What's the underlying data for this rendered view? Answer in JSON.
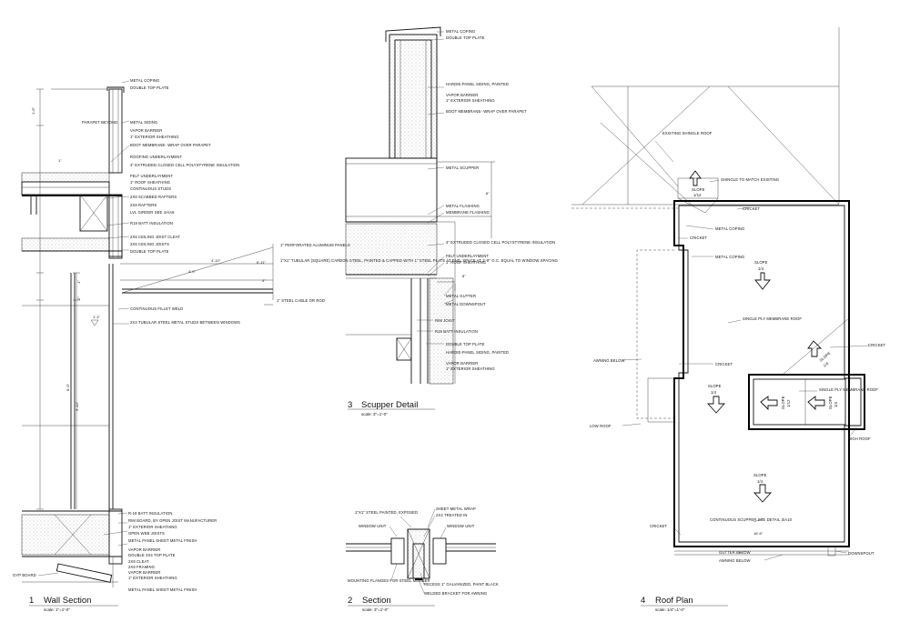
{
  "details": [
    {
      "number": "1",
      "title": "Wall Section",
      "scale": "scale: 1\"=1'-0\"",
      "notes": [
        "METAL COPING",
        "DOUBLE TOP PLATE",
        "METAL SIDING",
        "VAPOR BARRIER",
        "1\" EXTERIOR SHEATHING",
        "BOOT MEMBRANE- WRAP OVER PARAPET",
        "ROOFING UNDERLAYMENT",
        "4\" EXTRUDED CLOSED CELL POLYSTYRENE INSULATION",
        "FELT UNDERLAYMENT",
        "1\" ROOF SHEATHING",
        "CONTINUOUS STUDS",
        "2X8 SCABBED RAFTERS",
        "2X8 RAFTERS",
        "LVL GIRDER SEE 4A/A6",
        "R19 BATT INSULATION",
        "2X6 CEILING JOIST CLEAT",
        "2X6 CEILING JOISTS",
        "DOUBLE TOP PLATE",
        "1\" PERFORATED ALUMINUM PANELS",
        "1\"X1\" TUBULAR (SQUARE) CARBON STEEL, PAINTED & CAPPED WITH 1\" STEEL PLATE AT END. SPACE AT 2'-8\" O.C. EQUAL TO WINDOW SPACING",
        "1\" STEEL CABLE OR ROD",
        "CONTINUOUS FILLET WELD",
        "2X4 TUBULAR STEEL METAL STUDS BETWEEN WINDOWS",
        "R-19 BATT INSULATION",
        "RIM BOARD, BY OPEN JOIST MANUFACTURER",
        "1\" EXTERIOR SHEATHING",
        "OPEN WEB JOISTS",
        "METAL PANEL SHEET METAL FINISH",
        "VAPOR BARRIER",
        "DOUBLE 2X4 TOP PLATE",
        "2X8 CLEAT",
        "2X8 FRAMING",
        "VAPOR BARRIER",
        "1\" EXTERIOR SHEATHING",
        "METAL PANEL SHEET METAL FINISH",
        "PARAPET BEYOND",
        "GYP BOARD"
      ],
      "dims": [
        "1'-6\"",
        "1\"",
        "4'-0\"",
        "4'-10\"",
        "4\"",
        "2\"",
        "1\"",
        "8'-0\"",
        "9'-10\"",
        "6'-11\"",
        "1'-1\""
      ]
    },
    {
      "number": "3",
      "title": "Scupper Detail",
      "scale": "scale: 3\"=1'-0\"",
      "notes": [
        "METAL COPING",
        "DOUBLE TOP PLATE",
        "HARDIE-PANEL SIDING, PAINTED",
        "VAPOR BARRIER",
        "1\" EXTERIOR SHEATHING",
        "BOOT MEMBRANE- WRAP OVER PARAPET",
        "METAL SCUPPER",
        "METAL FLASHING",
        "MEMBRANE FLASHING",
        "4\" EXTRUDED CLOSED CELL POLYSTYRENE INSULATION",
        "FELT UNDERLAYMENT",
        "1\" ROOF SHEATHING",
        "METAL GUTTER",
        "METAL DOWNSPOUT",
        "RIM JOIST",
        "R19 BATT INSULATION",
        "DOUBLE TOP PLATE",
        "HARDIE-PANEL SIDING, PAINTED",
        "VAPOR BARRIER",
        "1\" EXTERIOR SHEATHING"
      ],
      "dims": [
        "6\"",
        "8\""
      ]
    },
    {
      "number": "2",
      "title": "Section",
      "scale": "scale: 3\"=1'-0\"",
      "notes": [
        "1\"X1\" STEEL PAINTED, EXPOSED",
        "WINDOW UNIT",
        "SHEET METAL WRAP",
        "2X4 TREATED IN",
        "WINDOW UNIT",
        "MOUNTING FLANGES FOR STEEL MEMBER",
        "RECESS 1\" GALVANIZED, PAINT BLACK",
        "WELDED BRACKET FOR AWNING"
      ]
    },
    {
      "number": "4",
      "title": "Roof Plan",
      "scale": "scale: 1/4\"=1'-0\"",
      "notes": [
        "EXISTING SHINGLE ROOF",
        "SHINGLE TO MATCH EXISTING",
        "CRICKET",
        "METAL COPING",
        "CRICKET",
        "METAL COPING",
        "SINGLE PLY MEMBRANE ROOF",
        "CRICKET",
        "AWNING BELOW",
        "CRICKET",
        "SINGLE PLY MEMBRANE ROOF",
        "LOW ROOF",
        "HIGH ROOF",
        "CONTINUOUS SCUPPER SEE DETAIL 3/A10",
        "CRICKET",
        "GUTTER BELOW",
        "AWNING BELOW",
        "DOWNSPOUT"
      ],
      "slopes": [
        {
          "label": "SLOPE",
          "value": "1/12"
        },
        {
          "label": "SLOPE",
          "value": "1/4"
        },
        {
          "label": "SLOPE",
          "value": "1/4"
        },
        {
          "label": "SLOPE",
          "value": "1/4"
        },
        {
          "label": "SLOPE",
          "value": "1/12"
        },
        {
          "label": "SLOPE",
          "value": "1/4"
        },
        {
          "label": "SLOPE",
          "value": "1/4"
        }
      ],
      "dims": [
        "16'-6\""
      ]
    }
  ]
}
